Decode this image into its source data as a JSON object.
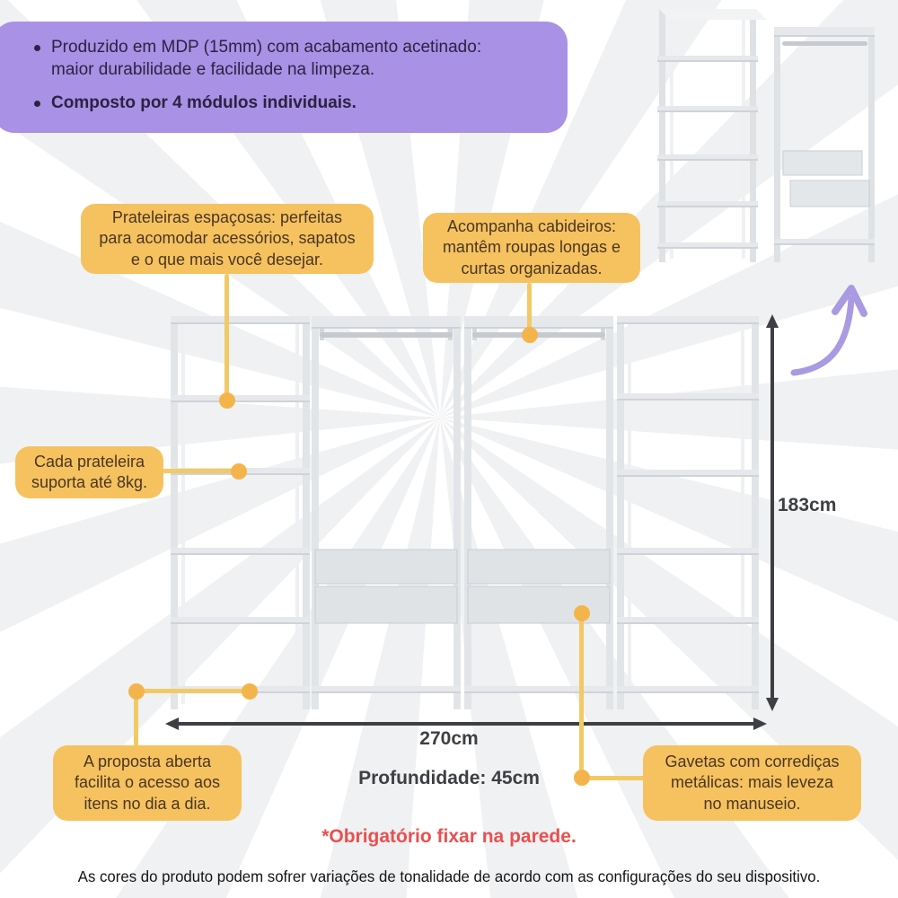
{
  "colors": {
    "accent_purple": "#a991e6",
    "callout_orange": "#f6c25f",
    "connector_yellow": "#f1c965",
    "connector_dot": "#f3b54b",
    "warning_red": "#e8504f",
    "dimension_dark": "#3d3f42",
    "furniture_gray": "#e4e6e9"
  },
  "info_box": {
    "bullet1": "Produzido em MDP (15mm) com acabamento acetinado:\nmaior durabilidade e facilidade na limpeza.",
    "bullet2": "Composto por 4 módulos individuais."
  },
  "callouts": {
    "shelves": "Prateleiras espaçosas: perfeitas\npara acomodar acessórios, sapatos\ne o que mais você desejar.",
    "hangers": "Acompanha cabideiros:\nmantêm roupas longas e\ncurtas organizadas.",
    "shelf_capacity": "Cada prateleira\nsuporta até 8kg.",
    "open_design": "A proposta aberta\nfacilita o acesso aos\nitens no dia a dia.",
    "drawers": "Gavetas com corrediças\nmetálicas: mais leveza\nno manuseio."
  },
  "dimensions": {
    "height_label": "183cm",
    "width_label": "270cm",
    "depth_label": "Profundidade: 45cm"
  },
  "warning": "*Obrigatório fixar na parede.",
  "disclaimer": "As cores do produto podem sofrer variações de tonalidade de acordo com as configurações do seu dispositivo."
}
